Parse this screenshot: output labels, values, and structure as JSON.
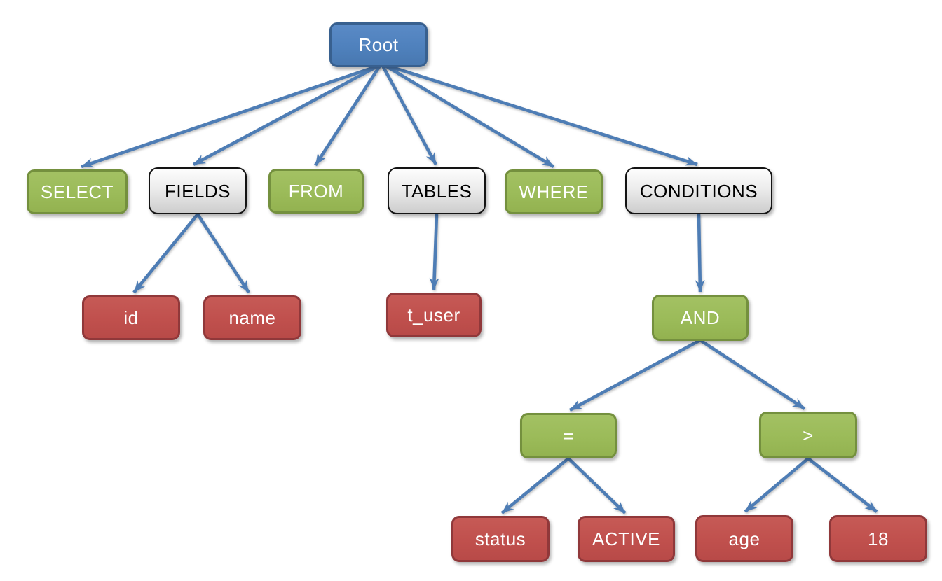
{
  "diagram": {
    "type": "tree",
    "subject": "SQL query parse tree"
  },
  "colors": {
    "root_fill": "#4F81BD",
    "root_border": "#38608F",
    "keyword_fill": "#9BBB59",
    "keyword_border": "#74903E",
    "category_fill_top": "#FDFDFD",
    "category_fill_bottom": "#CDCDCD",
    "category_border": "#141414",
    "leaf_fill": "#C0504D",
    "leaf_border": "#90383A",
    "arrow": "#4E7DB5",
    "background": "#FFFFFF"
  },
  "nodes": {
    "root": {
      "label": "Root",
      "color": "blue"
    },
    "select": {
      "label": "SELECT",
      "color": "green"
    },
    "fields": {
      "label": "FIELDS",
      "color": "gray"
    },
    "from": {
      "label": "FROM",
      "color": "green"
    },
    "tables": {
      "label": "TABLES",
      "color": "gray"
    },
    "where": {
      "label": "WHERE",
      "color": "green"
    },
    "conditions": {
      "label": "CONDITIONS",
      "color": "gray"
    },
    "id": {
      "label": "id",
      "color": "red"
    },
    "name": {
      "label": "name",
      "color": "red"
    },
    "t_user": {
      "label": "t_user",
      "color": "red"
    },
    "and": {
      "label": "AND",
      "color": "green"
    },
    "eq": {
      "label": "=",
      "color": "green"
    },
    "gt": {
      "label": ">",
      "color": "green"
    },
    "status": {
      "label": "status",
      "color": "red"
    },
    "active": {
      "label": "ACTIVE",
      "color": "red"
    },
    "age": {
      "label": "age",
      "color": "red"
    },
    "n18": {
      "label": "18",
      "color": "red"
    }
  },
  "edges": [
    {
      "from": "Root",
      "to": "SELECT"
    },
    {
      "from": "Root",
      "to": "FIELDS"
    },
    {
      "from": "Root",
      "to": "FROM"
    },
    {
      "from": "Root",
      "to": "TABLES"
    },
    {
      "from": "Root",
      "to": "WHERE"
    },
    {
      "from": "Root",
      "to": "CONDITIONS"
    },
    {
      "from": "FIELDS",
      "to": "id"
    },
    {
      "from": "FIELDS",
      "to": "name"
    },
    {
      "from": "TABLES",
      "to": "t_user"
    },
    {
      "from": "CONDITIONS",
      "to": "AND"
    },
    {
      "from": "AND",
      "to": "="
    },
    {
      "from": "AND",
      "to": ">"
    },
    {
      "from": "=",
      "to": "status"
    },
    {
      "from": "=",
      "to": "ACTIVE"
    },
    {
      "from": ">",
      "to": "age"
    },
    {
      "from": ">",
      "to": "18"
    }
  ]
}
